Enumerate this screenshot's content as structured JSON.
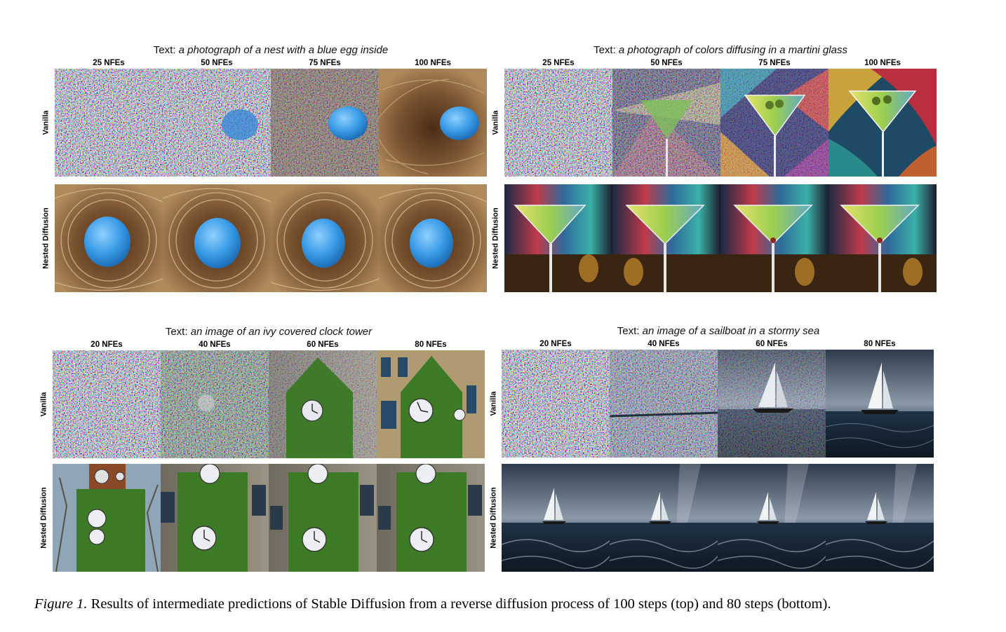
{
  "panels": [
    {
      "prefix": "Text:",
      "prompt": "a photograph of a nest with a blue egg inside",
      "columns": [
        "25 NFEs",
        "50 NFEs",
        "75 NFEs",
        "100 NFEs"
      ],
      "rows": [
        "Vanilla",
        "Nested Diffusion"
      ]
    },
    {
      "prefix": "Text:",
      "prompt": "a photograph of colors diffusing in a martini glass",
      "columns": [
        "25 NFEs",
        "50 NFEs",
        "75 NFEs",
        "100 NFEs"
      ],
      "rows": [
        "Vanilla",
        "Nested Diffusion"
      ]
    },
    {
      "prefix": "Text:",
      "prompt": "an image of an ivy covered clock tower",
      "columns": [
        "20 NFEs",
        "40 NFEs",
        "60 NFEs",
        "80 NFEs"
      ],
      "rows": [
        "Vanilla",
        "Nested Diffusion"
      ]
    },
    {
      "prefix": "Text:",
      "prompt": "an image of a sailboat in a stormy sea",
      "columns": [
        "20 NFEs",
        "40 NFEs",
        "60 NFEs",
        "80 NFEs"
      ],
      "rows": [
        "Vanilla",
        "Nested Diffusion"
      ]
    }
  ],
  "caption": {
    "label": "Figure 1.",
    "text": "Results of intermediate predictions of Stable Diffusion from a reverse diffusion process of 100 steps (top) and 80 steps (bottom)."
  }
}
